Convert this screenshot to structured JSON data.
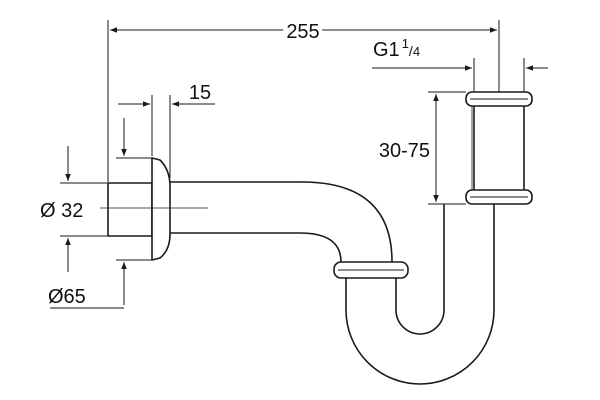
{
  "dimensions": {
    "overall_width": "255",
    "wall_flange_depth": "15",
    "thread_prefix": "G1",
    "thread_num": "1",
    "thread_den": "4",
    "height_range": "30-75",
    "inner_diameter": "Ø 32",
    "outer_diameter": "Ø65"
  },
  "colors": {
    "stroke": "#1a1a1a",
    "background": "#ffffff"
  }
}
